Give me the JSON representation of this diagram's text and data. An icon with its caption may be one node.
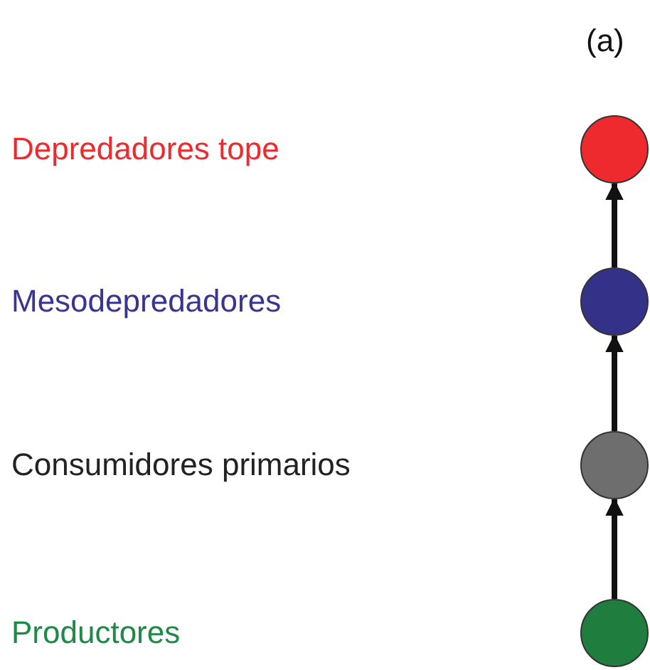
{
  "diagram": {
    "nodes": [
      {
        "text": [],
        "shape": "circle"
      },
      {
        "text": [],
        "shape": "circle"
      },
      {
        "text": [],
        "shape": "circle"
      },
      {
        "text": [],
        "shape": "circle"
      }
    ],
    "edges": [
      {
        "from": 3,
        "to": 2,
        "arrow": "to"
      },
      {
        "from": 2,
        "to": 1,
        "arrow": "to"
      },
      {
        "from": 1,
        "to": 0,
        "arrow": "to"
      }
    ],
    "labels": [
      "(a)",
      "Depredadores tope",
      "Mesodepredadores",
      "Consumidores primarios",
      "Productores"
    ]
  }
}
